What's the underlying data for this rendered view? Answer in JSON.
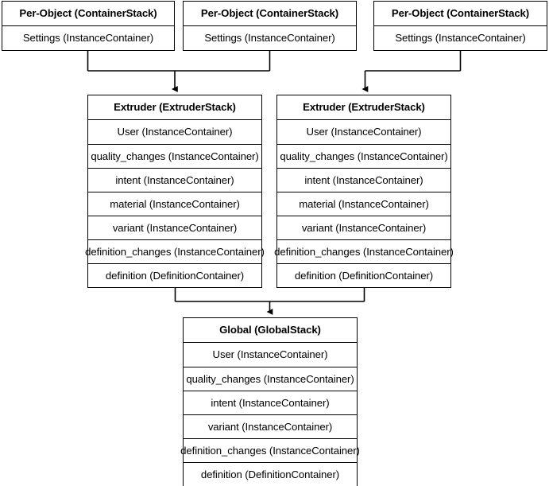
{
  "diagram": {
    "title": "Cura container stack hierarchy",
    "type": "flowchart",
    "background_color": "#ffffff",
    "line_color": "#000000",
    "text_color": "#000000"
  },
  "nodes": [
    {
      "id": "per-object-1",
      "header": "Per-Object (ContainerStack)",
      "rows": [
        "Settings (InstanceContainer)"
      ]
    },
    {
      "id": "per-object-2",
      "header": "Per-Object (ContainerStack)",
      "rows": [
        "Settings (InstanceContainer)"
      ]
    },
    {
      "id": "per-object-3",
      "header": "Per-Object (ContainerStack)",
      "rows": [
        "Settings (InstanceContainer)"
      ]
    },
    {
      "id": "extruder-1",
      "header": "Extruder (ExtruderStack)",
      "rows": [
        "User (InstanceContainer)",
        "quality_changes (InstanceContainer)",
        "intent (InstanceContainer)",
        "material (InstanceContainer)",
        "variant (InstanceContainer)",
        "definition_changes (InstanceContainer)",
        "definition (DefinitionContainer)"
      ]
    },
    {
      "id": "extruder-2",
      "header": "Extruder (ExtruderStack)",
      "rows": [
        "User (InstanceContainer)",
        "quality_changes (InstanceContainer)",
        "intent (InstanceContainer)",
        "material (InstanceContainer)",
        "variant (InstanceContainer)",
        "definition_changes (InstanceContainer)",
        "definition (DefinitionContainer)"
      ]
    },
    {
      "id": "global",
      "header": "Global (GlobalStack)",
      "rows": [
        "User (InstanceContainer)",
        "quality_changes (InstanceContainer)",
        "intent (InstanceContainer)",
        "variant (InstanceContainer)",
        "definition_changes (InstanceContainer)",
        "definition (DefinitionContainer)"
      ]
    }
  ],
  "edges": [
    {
      "id": "edge-po1-to-ex1",
      "from": "per-object-1",
      "to": "extruder-1"
    },
    {
      "id": "edge-po2-to-ex1",
      "from": "per-object-2",
      "to": "extruder-1"
    },
    {
      "id": "edge-po3-to-ex2",
      "from": "per-object-3",
      "to": "extruder-2"
    },
    {
      "id": "edge-ex1-to-global",
      "from": "extruder-1",
      "to": "global"
    },
    {
      "id": "edge-ex2-to-global",
      "from": "extruder-2",
      "to": "global"
    }
  ]
}
